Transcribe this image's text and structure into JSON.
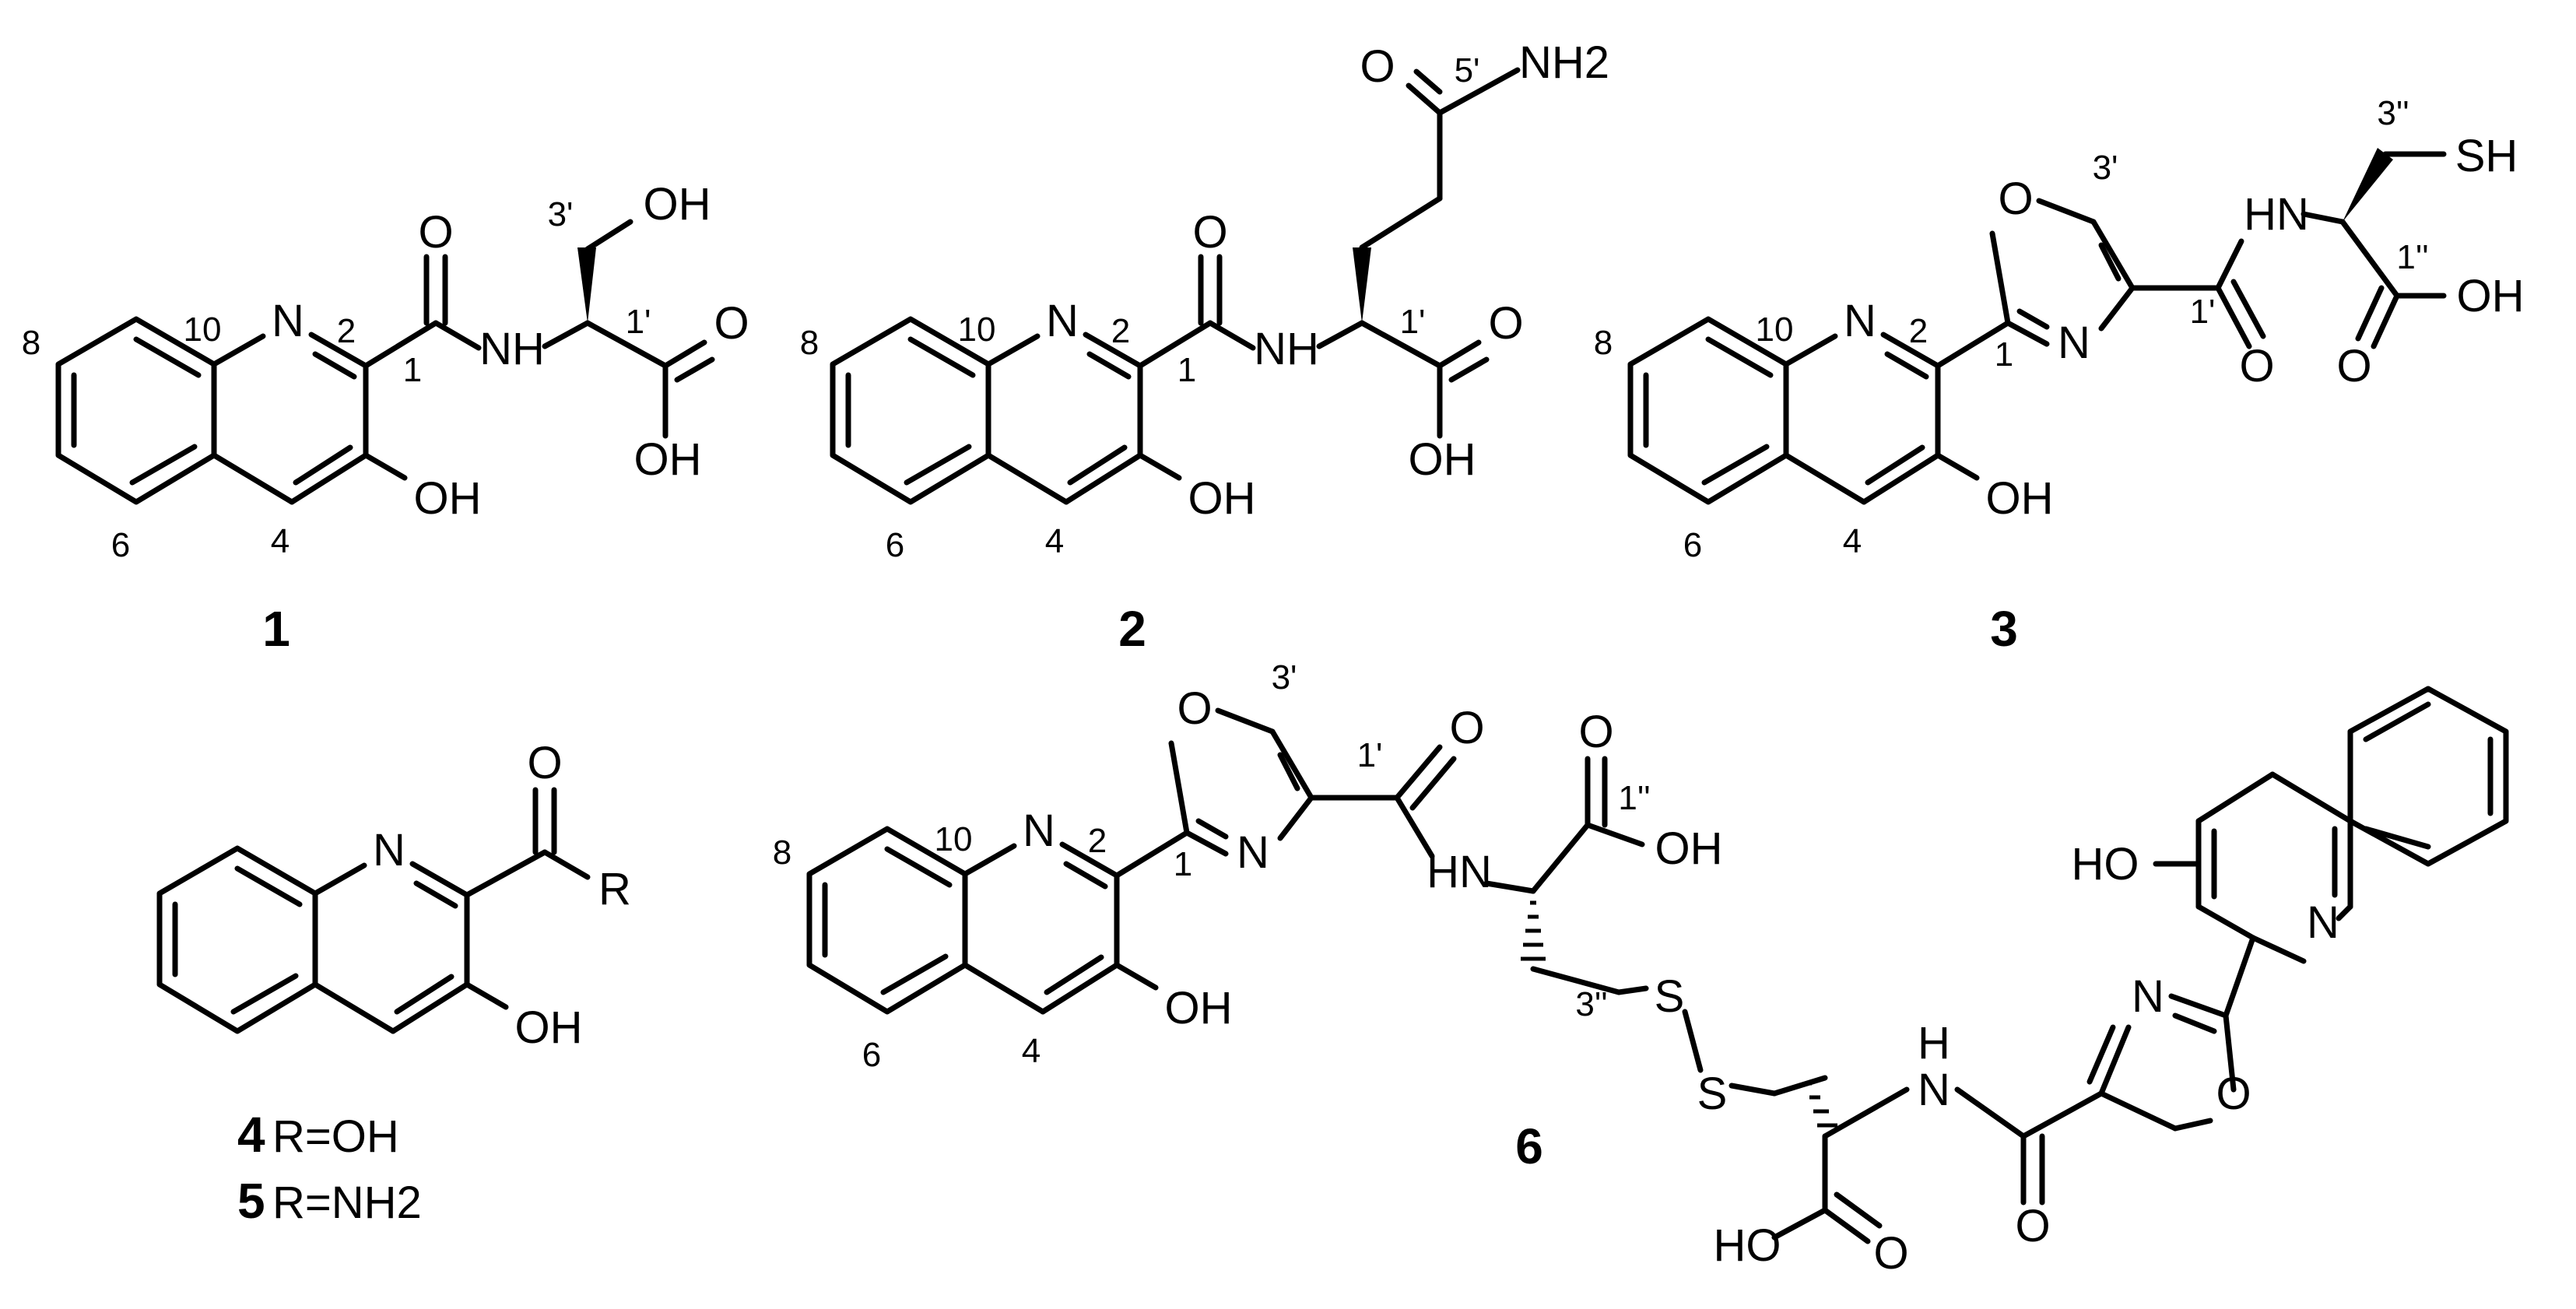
{
  "compounds": {
    "c1": {
      "id": "1",
      "atoms": [
        "N",
        "O",
        "NH",
        "OH",
        "O",
        "OH",
        "OH"
      ],
      "locants": [
        "8",
        "10",
        "2",
        "1",
        "3'",
        "1'",
        "6",
        "4"
      ]
    },
    "c2": {
      "id": "2",
      "atoms": [
        "NH2",
        "O",
        "N",
        "O",
        "NH",
        "O",
        "OH",
        "OH"
      ],
      "locants": [
        "5'",
        "8",
        "10",
        "2",
        "1",
        "1'",
        "6",
        "4"
      ]
    },
    "c3": {
      "id": "3",
      "atoms": [
        "O",
        "N",
        "N",
        "HN",
        "SH",
        "O",
        "O",
        "OH",
        "OH"
      ],
      "locants": [
        "3'",
        "3''",
        "8",
        "10",
        "2",
        "1",
        "1'",
        "1''",
        "6",
        "4"
      ]
    },
    "c45": {
      "atoms": [
        "O",
        "R",
        "N",
        "OH"
      ],
      "defs": [
        {
          "id": "4",
          "text": "R=OH"
        },
        {
          "id": "5",
          "text": "R=NH2"
        }
      ]
    },
    "c6": {
      "id": "6",
      "atoms": [
        "O",
        "O",
        "O",
        "OH",
        "N",
        "N",
        "HN",
        "OH",
        "S",
        "S",
        "HO",
        "N",
        "N",
        "H",
        "N",
        "O",
        "HO",
        "O",
        "O"
      ],
      "locants": [
        "3'",
        "1'",
        "1''",
        "8",
        "10",
        "2",
        "1",
        "6",
        "4",
        "3''"
      ]
    }
  }
}
